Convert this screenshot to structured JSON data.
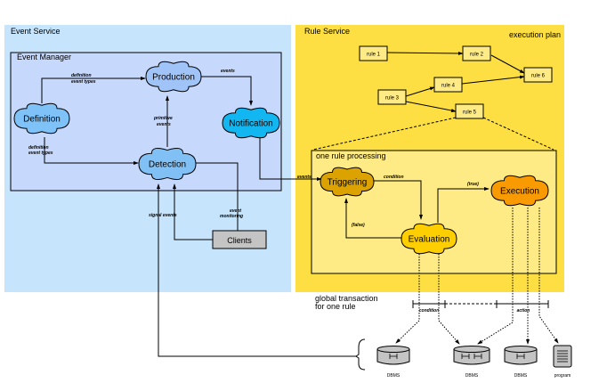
{
  "event_service": {
    "title": "Event Service",
    "event_manager": {
      "title": "Event Manager",
      "nodes": {
        "definition": "Definition",
        "production": "Production",
        "notification": "Notification",
        "detection": "Detection"
      },
      "edges": {
        "def_to_prod_line1": "definition",
        "def_to_prod_line2": "event types",
        "def_to_det_line1": "definition",
        "def_to_det_line2": "event types",
        "det_to_prod_line1": "primitive",
        "det_to_prod_line2": "events",
        "prod_to_notif": "events"
      }
    },
    "clients": "Clients",
    "signal_events": "signal events",
    "event_monitoring_line1": "event",
    "event_monitoring_line2": "monitoring"
  },
  "rule_service": {
    "title": "Rule Service",
    "execution_plan": "execution plan",
    "rules": [
      "rule 1",
      "rule 2",
      "rule 3",
      "rule 4",
      "rule 5",
      "rule 6"
    ],
    "one_rule_processing": {
      "title": "one rule processing",
      "nodes": {
        "triggering": "Triggering",
        "evaluation": "Evaluation",
        "execution": "Execution"
      },
      "edges": {
        "events_in": "events",
        "condition": "condition",
        "true": "(true)",
        "false": "(false)"
      }
    }
  },
  "transaction": {
    "label_line1": "global transaction",
    "label_line2": "for one rule",
    "condition": "condition",
    "action": "action"
  },
  "resources": [
    {
      "label": "DBMS",
      "type": "database"
    },
    {
      "label": "DBMS",
      "type": "database"
    },
    {
      "label": "DBMS",
      "type": "database"
    },
    {
      "label": "program",
      "type": "program"
    }
  ],
  "colors": {
    "event_service_bg": "#c6e4fc",
    "event_manager_bg": "#c6d8fc",
    "rule_service_bg": "#fedf43",
    "rule_processing_bg": "#ffeb85",
    "definition": "#7fc2f8",
    "production": "#a1c4f8",
    "notification": "#12b6f0",
    "detection": "#80c0f4",
    "triggering": "#dca300",
    "evaluation": "#fecf00",
    "execution": "#f99a00",
    "rule_box": "#ffeb85",
    "clients": "#c4c4c4",
    "storage": "#c4c4c4"
  }
}
